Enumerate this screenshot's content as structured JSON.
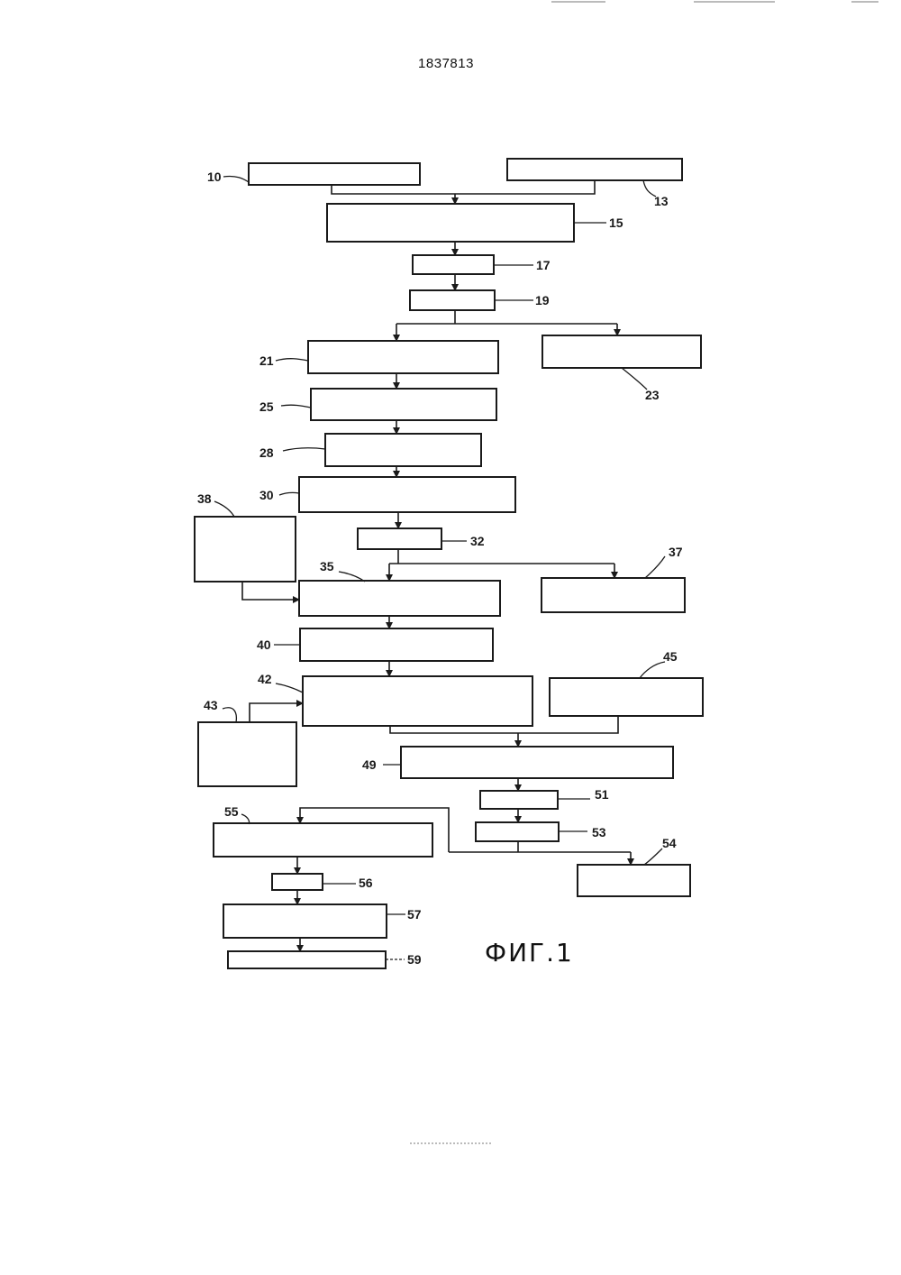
{
  "document": {
    "patent_number": "1837813",
    "figure_caption": "ФИГ.1"
  },
  "diagram": {
    "ref_numbers": [
      "10",
      "13",
      "15",
      "17",
      "19",
      "21",
      "23",
      "25",
      "28",
      "30",
      "32",
      "35",
      "37",
      "38",
      "40",
      "42",
      "43",
      "45",
      "49",
      "51",
      "53",
      "54",
      "55",
      "56",
      "57",
      "59"
    ]
  }
}
